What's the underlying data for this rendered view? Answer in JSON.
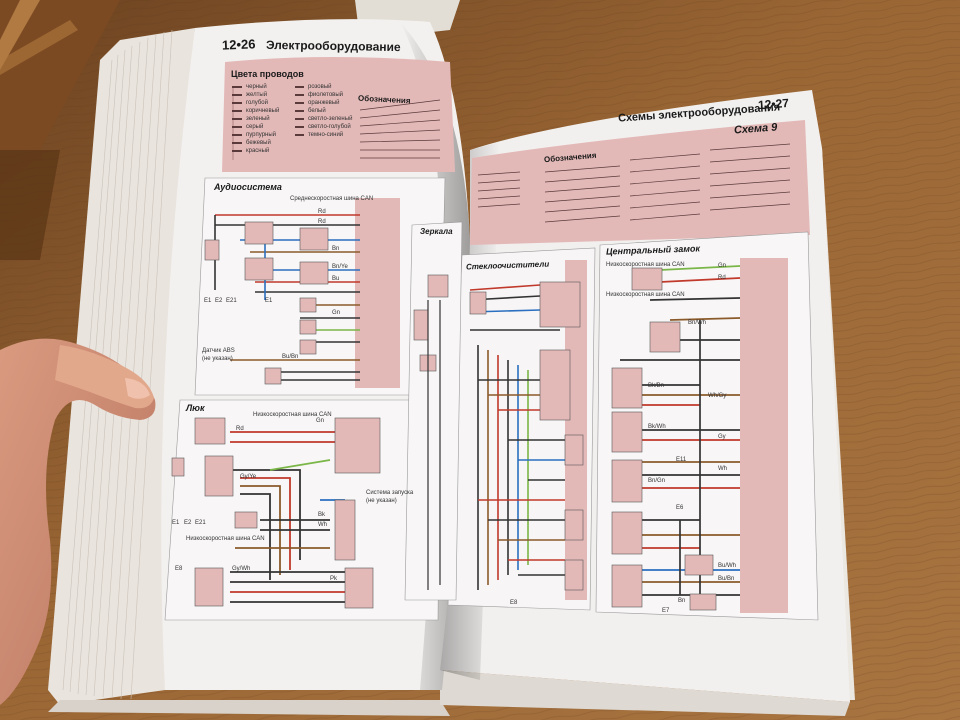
{
  "left_page": {
    "page_number": "12•26",
    "section_title": "Электрооборудование",
    "wire_colors_heading": "Цвета проводов",
    "wire_colors": [
      "черный",
      "желтый",
      "голубой",
      "коричневый",
      "зеленый",
      "серый",
      "пурпурный",
      "бежевый",
      "красный"
    ],
    "wire_colors_right": [
      "розовый",
      "фиолетовый",
      "оранжевый",
      "белый",
      "светло-зеленый",
      "светло-голубой",
      "темно-синий"
    ],
    "legend_heading": "Обозначения",
    "audio_panel_title": "Аудиосистема",
    "audio_annotations": [
      "Среднескоростная шина CAN",
      "Датчик ABS",
      "(не указан)"
    ],
    "sunroof_panel_title": "Люк",
    "sunroof_annotations": [
      "Низкоскоростная шина CAN",
      "Низкоскоростная шина CAN",
      "Система запуска",
      "(не указан)"
    ],
    "ground_labels": [
      "E1",
      "E2",
      "E21",
      "E1",
      "E1",
      "E2",
      "E21",
      "E8"
    ],
    "wire_codes": [
      "Rd",
      "Rd",
      "Bn",
      "Bn/Ye",
      "Bu",
      "Gn",
      "Bu/Bn",
      "Gy/Ye",
      "Gy/Wh",
      "Pk",
      "Gn",
      "Rd",
      "Bk",
      "Wh"
    ]
  },
  "right_page": {
    "page_number": "12•27",
    "section_title": "Схемы электрооборудования",
    "scheme_label": "Схема 9",
    "legend_heading": "Обозначения",
    "mirrors_panel_title": "Зеркала",
    "wipers_panel_title": "Стеклоочистители",
    "central_lock_panel_title": "Центральный замок",
    "central_lock_annotations": [
      "Низкоскоростная шина CAN",
      "Низкоскоростная шина CAN"
    ],
    "wire_codes": [
      "Gn",
      "Rd",
      "Bn/Wh",
      "Bk/Bn",
      "Wh/Gy",
      "Bk/Wh",
      "Gy",
      "Bn/Gn",
      "Wh",
      "Bu/Wh",
      "Bu/Bn",
      "Bn"
    ],
    "ground_labels": [
      "E11",
      "E6",
      "E7",
      "E8"
    ]
  },
  "colors": {
    "wood": "#8a5a2e",
    "paper": "#f3f1f0",
    "pink_panel": "#e3b9b8",
    "header_bar": "#dcb0ae"
  }
}
